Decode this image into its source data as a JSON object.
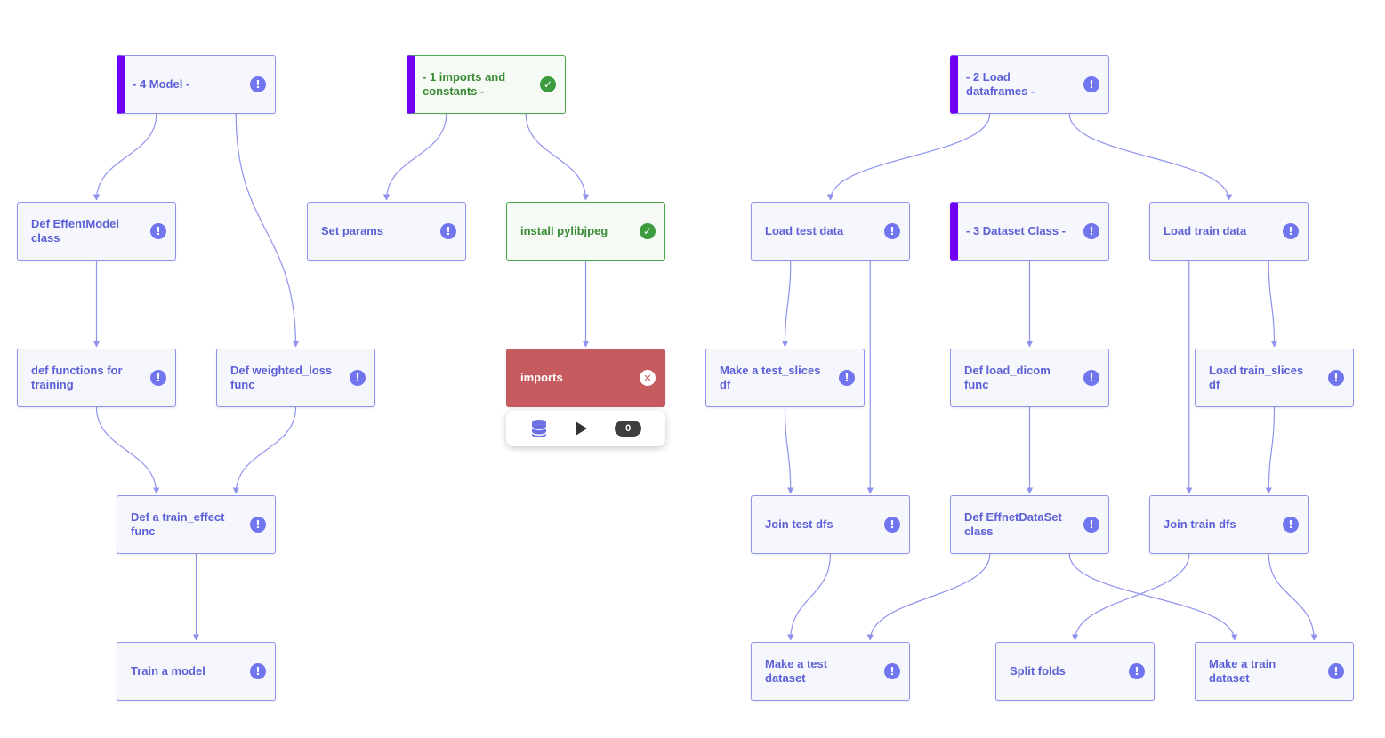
{
  "colors": {
    "accent": "#5b60d6",
    "section_bar": "#6f00f5",
    "success": "#3c9a3f",
    "error": "#c55a5f",
    "edge": "#8f93ec"
  },
  "nodes": {
    "model": {
      "label": "- 4 Model -",
      "status": "warning"
    },
    "imports_constants": {
      "label": "- 1 imports and constants -",
      "status": "success"
    },
    "load_dataframes": {
      "label": "- 2 Load dataframes -",
      "status": "warning"
    },
    "effent_model": {
      "label": "Def EffentModel class",
      "status": "warning"
    },
    "set_params": {
      "label": "Set params",
      "status": "warning"
    },
    "install_pylibjpeg": {
      "label": "install pylibjpeg",
      "status": "success"
    },
    "load_test_data": {
      "label": "Load test data",
      "status": "warning"
    },
    "dataset_class": {
      "label": "- 3 Dataset Class -",
      "status": "warning"
    },
    "load_train_data": {
      "label": "Load train data",
      "status": "warning"
    },
    "functions_training": {
      "label": "def functions for training",
      "status": "warning"
    },
    "weighted_loss": {
      "label": "Def weighted_loss func",
      "status": "warning"
    },
    "imports": {
      "label": "imports",
      "status": "error"
    },
    "test_slices": {
      "label": "Make a test_slices df",
      "status": "warning"
    },
    "load_dicom": {
      "label": "Def load_dicom func",
      "status": "warning"
    },
    "train_slices": {
      "label": "Load train_slices df",
      "status": "warning"
    },
    "train_effect": {
      "label": "Def a train_effect func",
      "status": "warning"
    },
    "join_test": {
      "label": "Join test dfs",
      "status": "warning"
    },
    "effnet_dataset": {
      "label": "Def EffnetDataSet class",
      "status": "warning"
    },
    "join_train": {
      "label": "Join train dfs",
      "status": "warning"
    },
    "train_model": {
      "label": "Train a model",
      "status": "warning"
    },
    "test_dataset": {
      "label": "Make a test dataset",
      "status": "warning"
    },
    "split_folds": {
      "label": "Split folds",
      "status": "warning"
    },
    "train_dataset": {
      "label": "Make a train dataset",
      "status": "warning"
    }
  },
  "edges": [
    [
      "model",
      "effent_model"
    ],
    [
      "model",
      "weighted_loss"
    ],
    [
      "effent_model",
      "functions_training"
    ],
    [
      "functions_training",
      "train_effect"
    ],
    [
      "weighted_loss",
      "train_effect"
    ],
    [
      "train_effect",
      "train_model"
    ],
    [
      "imports_constants",
      "set_params"
    ],
    [
      "imports_constants",
      "install_pylibjpeg"
    ],
    [
      "install_pylibjpeg",
      "imports"
    ],
    [
      "load_dataframes",
      "load_test_data"
    ],
    [
      "load_dataframes",
      "load_train_data"
    ],
    [
      "load_test_data",
      "test_slices"
    ],
    [
      "load_test_data",
      "join_test"
    ],
    [
      "test_slices",
      "join_test"
    ],
    [
      "join_test",
      "test_dataset"
    ],
    [
      "dataset_class",
      "load_dicom"
    ],
    [
      "load_dicom",
      "effnet_dataset"
    ],
    [
      "effnet_dataset",
      "test_dataset"
    ],
    [
      "effnet_dataset",
      "train_dataset"
    ],
    [
      "load_train_data",
      "train_slices"
    ],
    [
      "load_train_data",
      "join_train"
    ],
    [
      "train_slices",
      "join_train"
    ],
    [
      "join_train",
      "split_folds"
    ],
    [
      "join_train",
      "train_dataset"
    ]
  ],
  "toolbar": {
    "database_icon": "database-icon",
    "run_icon": "play-icon",
    "counter": "0"
  }
}
